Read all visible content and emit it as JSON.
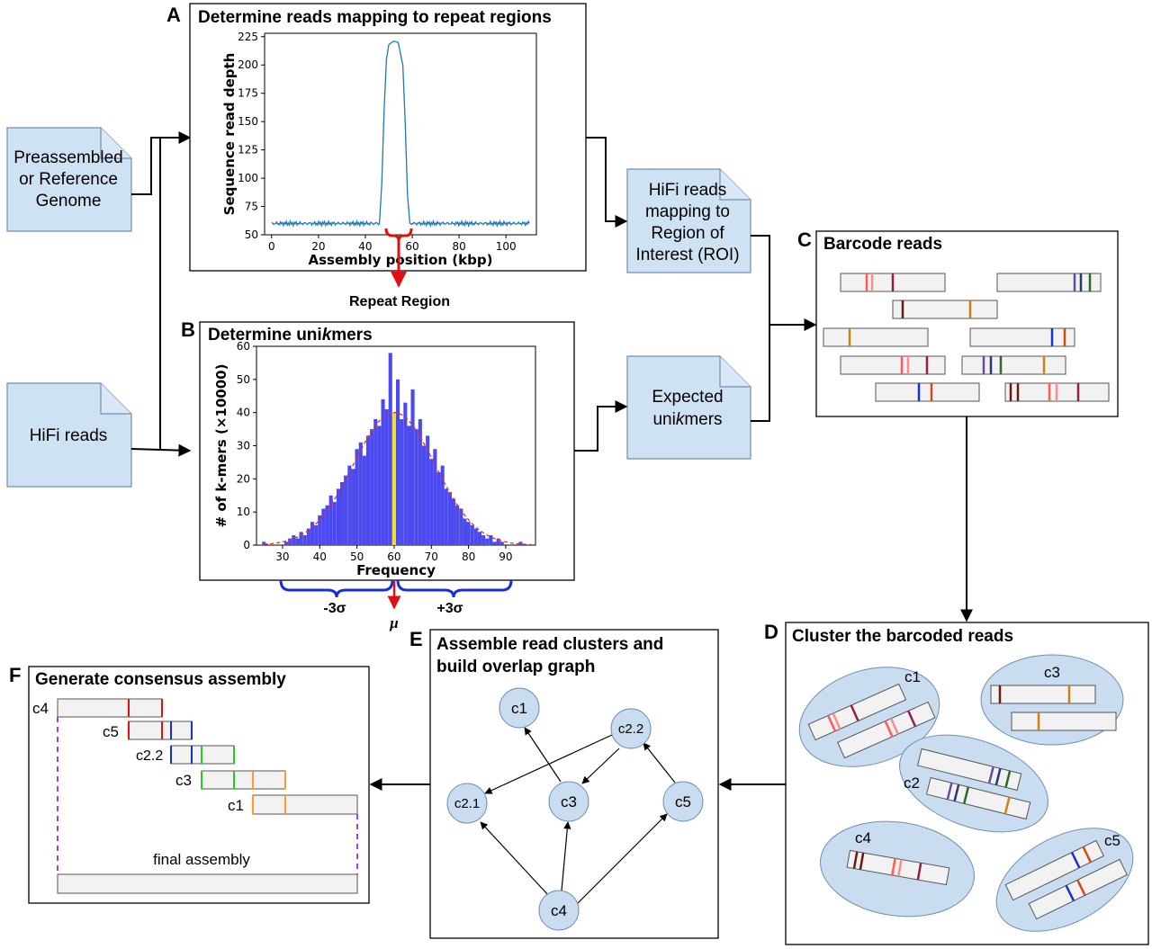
{
  "inputs": {
    "genome_lines": [
      "Preassembled",
      "or Reference",
      "Genome"
    ],
    "hifi": "HiFi reads"
  },
  "outputs": {
    "roi_lines": [
      "HiFi reads",
      "mapping to",
      "Region of",
      "Interest (ROI)"
    ],
    "unikmers_lines": [
      "Expected",
      "uni",
      "k",
      "mers"
    ]
  },
  "panels": {
    "a": {
      "letter": "A",
      "title": "Determine reads mapping to repeat regions",
      "annotation": "Repeat Region"
    },
    "b": {
      "letter": "B",
      "title_prefix": "Determine uni",
      "title_italic": "k",
      "title_suffix": "mers",
      "minus_label": "-3σ",
      "plus_label": "+3σ",
      "mu_label": "μ"
    },
    "c": {
      "letter": "C",
      "title": "Barcode reads"
    },
    "d": {
      "letter": "D",
      "title": "Cluster the barcoded reads",
      "clusters": [
        "c1",
        "c2",
        "c3",
        "c4",
        "c5"
      ]
    },
    "e": {
      "letter": "E",
      "title_lines": [
        "Assemble read clusters and",
        "build overlap graph"
      ],
      "nodes": [
        "c1",
        "c2.1",
        "c2.2",
        "c3",
        "c4",
        "c5"
      ]
    },
    "f": {
      "letter": "F",
      "title": "Generate consensus assembly",
      "labels": [
        "c4",
        "c5",
        "c2.2",
        "c3",
        "c1"
      ],
      "final_label": "final assembly"
    }
  },
  "chart_data": [
    {
      "type": "line",
      "title": "",
      "xlabel": "Assembly position (kbp)",
      "ylabel": "Sequence read depth",
      "xlim": [
        -3,
        113
      ],
      "ylim": [
        50,
        228
      ],
      "xticks": [
        0,
        20,
        40,
        60,
        80,
        100
      ],
      "yticks": [
        50,
        75,
        100,
        125,
        150,
        175,
        200,
        225
      ],
      "series": [
        {
          "color": "#1f77b4",
          "x": [
            0,
            46,
            47,
            48,
            49,
            50,
            52,
            54,
            56,
            57,
            58,
            59,
            110
          ],
          "y": [
            60,
            60,
            95,
            160,
            205,
            218,
            221,
            220,
            200,
            150,
            85,
            60,
            60
          ]
        }
      ],
      "grid": false
    },
    {
      "type": "bar",
      "title": "",
      "xlabel": "Frequency",
      "ylabel": "# of k-mers (×10000)",
      "xlim": [
        23,
        98
      ],
      "ylim": [
        0,
        60
      ],
      "xticks": [
        30,
        40,
        50,
        60,
        70,
        80,
        90
      ],
      "yticks": [
        0,
        10,
        20,
        30,
        40,
        50,
        60
      ],
      "bar_color": "#4a4aee",
      "highlight": {
        "x": 60,
        "color": "#f0e020"
      },
      "fit": {
        "type": "normal",
        "mean": 60,
        "peak": 40,
        "sigma": 11,
        "color": "#e03030"
      },
      "x": [
        25,
        26,
        27,
        28,
        29,
        30,
        31,
        32,
        33,
        34,
        35,
        36,
        37,
        38,
        39,
        40,
        41,
        42,
        43,
        44,
        45,
        46,
        47,
        48,
        49,
        50,
        51,
        52,
        53,
        54,
        55,
        56,
        57,
        58,
        59,
        60,
        61,
        62,
        63,
        64,
        65,
        66,
        67,
        68,
        69,
        70,
        71,
        72,
        73,
        74,
        75,
        76,
        77,
        78,
        79,
        80,
        81,
        82,
        83,
        84,
        85,
        86,
        87,
        88,
        89,
        90,
        91,
        92,
        93,
        94,
        95
      ],
      "values": [
        1,
        0,
        0,
        0,
        0,
        0,
        1,
        2,
        3,
        2,
        4,
        3,
        5,
        7,
        6,
        9,
        11,
        12,
        15,
        13,
        17,
        19,
        21,
        24,
        23,
        29,
        31,
        27,
        33,
        35,
        38,
        36,
        44,
        41,
        58,
        40,
        50,
        38,
        43,
        36,
        47,
        35,
        38,
        30,
        33,
        26,
        29,
        22,
        24,
        17,
        16,
        14,
        12,
        11,
        8,
        7,
        6,
        5,
        4,
        3,
        2,
        3,
        1,
        2,
        1,
        0,
        0,
        0,
        0,
        1,
        0
      ]
    }
  ]
}
